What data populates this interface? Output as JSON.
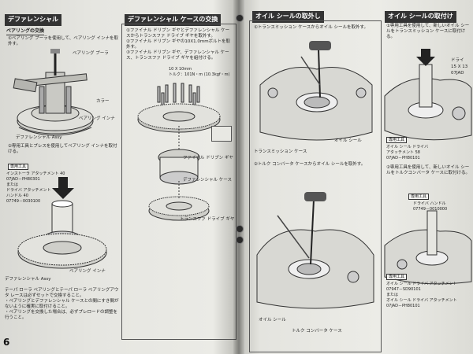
{
  "left_page": {
    "section_title": "デファレンシャル",
    "bearing": {
      "heading": "ベアリングの交換",
      "step1": "①ベアリング プーラを使用して、ベアリング インナを取外す。",
      "label_puller": "ベアリング プーラ",
      "label_collar": "カラー",
      "label_inner": "ベアリング インナ",
      "label_assy1": "デファレンシャル Assy",
      "step2": "②専用工具とプレスを使用してベアリング インナを取付ける。",
      "tool_badge": "専用工具",
      "tool_lines": "インストーラ アタッチメント 40\n07JAD－PH80301\nまたは\nドライバ アタッチメント\nハンドル 40\n07749－0030100",
      "label_inner2": "ベアリング インナ",
      "label_assy2": "デファレンシャル Assy",
      "note": "テーパ ローラ ベアリングとテーパ ローラ ベアリングアウタ レースは必ずセットで交換すること。\n・ベアリングとデファレンシャル ケースとの間にすき間がないように確実に取付けること。\n・ベアリングを交換した場合は、必ずプレロードの調整を行うこと。",
      "page_number": "6"
    },
    "case": {
      "heading": "デファレンシャル ケースの交換",
      "steps": "①ファイナル ドリブン ギヤとデファレンシャル ケースからトランスファ ドライブ ギヤを取外す。\n②ファイナル ドリブン ギヤの10X1.0mmボルトを取外す。\n③ファイナル ドリブン ギヤ、デファレンシャル ケース、トランスファ ドライブ ギヤを組付ける。",
      "torque_spec": "10 X 10mm\nトルク：101N・m (10.3kgf・m)",
      "label_driven": "ファイナル ドリブン ギヤ",
      "label_case": "デファレンシャル ケース",
      "label_transfer": "トランスファ ドライブ ギヤ"
    }
  },
  "right_page": {
    "removal": {
      "heading": "オイル シールの取外し",
      "step1": "①トランスミッション ケースからオイル シールを取外す。",
      "label_tm_case": "トランスミッション ケース",
      "label_seal1": "オイル シール",
      "step2": "②トルク コンバータ ケースからオイル シールを取外す。",
      "label_seal2": "オイル シール",
      "label_tc_case": "トルク コンバータ ケース"
    },
    "install": {
      "heading": "オイル シールの取付け",
      "step1": "①専用工具を使用して、新しいオイル シールをトランスミッション ケースに取付ける。",
      "tool_badge_1": "専用工具",
      "tool_1": "オイル シール ドライバ\nアタッチメント 58\n07JAD－PH80101",
      "step2": "②専用工具を使用して、新しいオイル シールをトルクコンバータ ケースに取付ける。",
      "tool_badge_2": "専用工具",
      "tool_2a": "ドライバ ハンドル\n07749－0010000",
      "tool_badge_3": "専用工具",
      "tool_2b": "オイル シール ドライバ アタッチメント\n07947－SD90101\nまたは\nオイル シール ドライバ アタッチメント\n07JAD－PH80101",
      "fragment_1": "ドライ",
      "fragment_2": "15 X 13",
      "fragment_3": "07JAD"
    }
  }
}
